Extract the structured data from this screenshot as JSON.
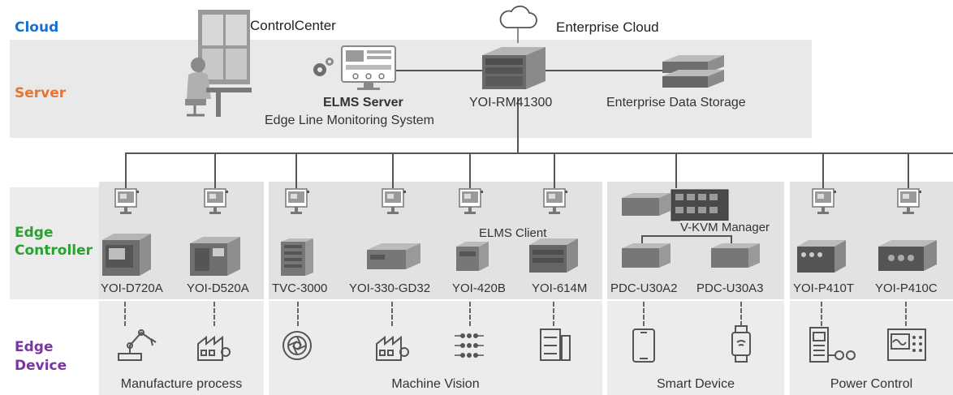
{
  "tiers": {
    "cloud": "Cloud",
    "server": "Server",
    "edge_controller_1": "Edge",
    "edge_controller_2": "Controller",
    "edge_device_1": "Edge",
    "edge_device_2": "Device"
  },
  "colors": {
    "cloud": "#1a6fd1",
    "server": "#e8742e",
    "edge_controller": "#27a32e",
    "edge_device": "#7a35a3"
  },
  "server_row": {
    "control_center": "ControlCenter",
    "enterprise_cloud": "Enterprise Cloud",
    "elms_server": "ELMS Server",
    "elms_sub": "Edge Line Monitoring System",
    "rm": "YOI-RM41300",
    "storage": "Enterprise Data Storage"
  },
  "controllers": {
    "c1": "YOI-D720A",
    "c2": "YOI-D520A",
    "c3": "TVC-3000",
    "c4": "YOI-330-GD32",
    "c5": "YOI-420B",
    "c6": "YOI-614M",
    "c7": "PDC-U30A2",
    "c8": "PDC-U30A3",
    "c9": "YOI-P410T",
    "c10": "YOI-P410C",
    "elms_client": "ELMS Client",
    "vkvm": "V-KVM Manager"
  },
  "groups": {
    "g1": "Manufacture process",
    "g2": "Machine Vision",
    "g3": "Smart Device",
    "g4": "Power Control"
  }
}
